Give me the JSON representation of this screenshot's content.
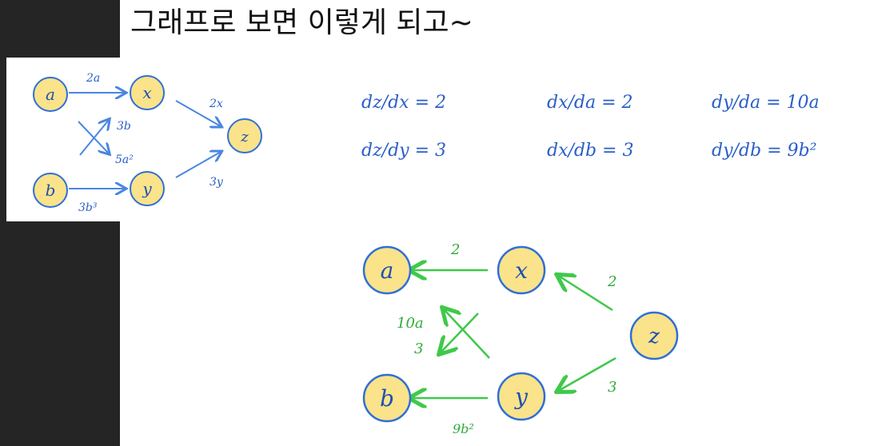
{
  "title": "그래프로 보면 이렇게 되고~",
  "forward_graph": {
    "nodes": {
      "a": "a",
      "b": "b",
      "x": "x",
      "y": "y",
      "z": "z"
    },
    "edge_labels": {
      "a_x": "2a",
      "b_x": "3b",
      "a_y": "5a²",
      "b_y": "3b³",
      "x_z": "2x",
      "y_z": "3y"
    }
  },
  "derivatives": {
    "dz_dx": "dz/dx = 2",
    "dx_da": "dx/da = 2",
    "dy_da": "dy/da = 10a",
    "dz_dy": "dz/dy = 3",
    "dx_db": "dx/db = 3",
    "dy_db": "dy/db = 9b²"
  },
  "backward_graph": {
    "nodes": {
      "a": "a",
      "b": "b",
      "x": "x",
      "y": "y",
      "z": "z"
    },
    "edge_labels": {
      "x_a": "2",
      "z_x": "2",
      "y_a": "10a",
      "x_b": "3",
      "z_y": "3",
      "y_b": "9b²"
    }
  },
  "colors": {
    "node_fill": "#fae38a",
    "node_stroke": "#2f6fd6",
    "forward_edge": "#4a86e0",
    "backward_edge": "#3fc94a",
    "equation": "#2a5fc8"
  }
}
